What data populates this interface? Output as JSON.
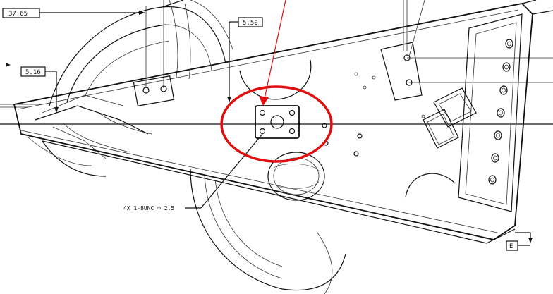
{
  "dimensions": {
    "d1": "37.65",
    "d2": "5.50",
    "d3": "5.16"
  },
  "note": "4X 1-8UNC ⌧ 2.5",
  "view_label": "E",
  "highlight_color": "#e01010",
  "line_color": "#111111"
}
